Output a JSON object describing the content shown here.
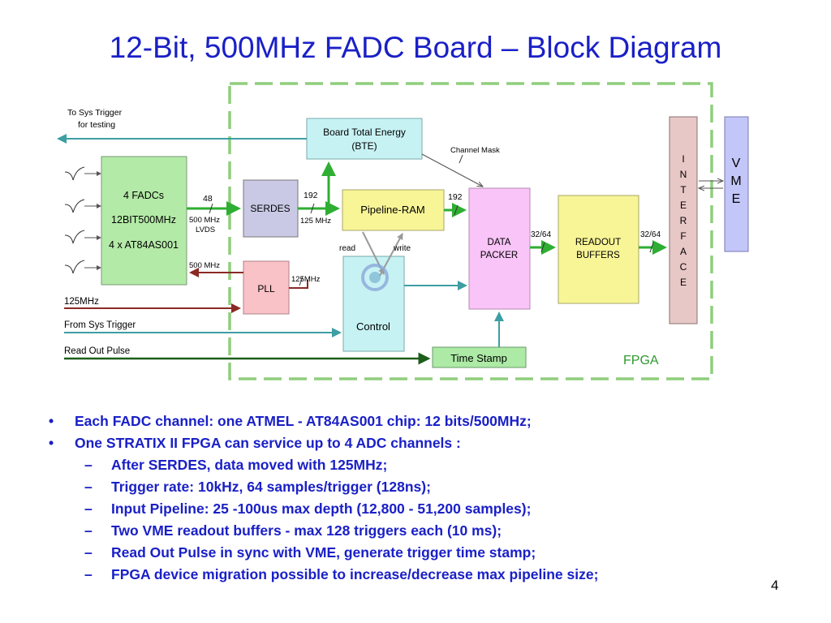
{
  "title": "12-Bit, 500MHz FADC Board – Block Diagram",
  "page_number": "4",
  "diagram": {
    "blocks": {
      "fadcs": [
        "4 FADCs",
        "12BIT500MHz",
        "4 x AT84AS001"
      ],
      "serdes": "SERDES",
      "pll": "PLL",
      "bte": [
        "Board Total Energy",
        "(BTE)"
      ],
      "pipeline_ram": "Pipeline-RAM",
      "control": "Control",
      "data_packer": [
        "DATA",
        "PACKER"
      ],
      "readout_buffers": [
        "READOUT",
        "BUFFERS"
      ],
      "interface": [
        "I",
        "N",
        "T",
        "E",
        "R",
        "F",
        "A",
        "C",
        "E"
      ],
      "vme": [
        "V",
        "M",
        "E"
      ],
      "time_stamp": "Time Stamp",
      "fpga": "FPGA"
    },
    "labels": {
      "to_sys_trigger": [
        "To Sys Trigger",
        "for testing"
      ],
      "bus_48": "48",
      "lvds": [
        "500 MHz",
        "LVDS"
      ],
      "clk_500": "500 MHz",
      "bus_192_a": "192",
      "clk_125_a": "125 MHz",
      "bus_192_b": "192",
      "pll_125": "125MHz",
      "channel_mask": "Channel Mask",
      "read": "read",
      "write": "write",
      "bus_3264_a": "32/64",
      "bus_3264_b": "32/64",
      "clk_125_in": "125MHz",
      "from_sys_trigger": "From Sys Trigger",
      "read_out_pulse": "Read Out Pulse"
    }
  },
  "bullets": [
    {
      "level": 1,
      "text": "Each FADC channel: one ATMEL - AT84AS001 chip: 12 bits/500MHz;"
    },
    {
      "level": 1,
      "text": "One STRATIX II FPGA can service up to 4 ADC channels :"
    },
    {
      "level": 2,
      "text": "After SERDES, data moved with 125MHz;"
    },
    {
      "level": 2,
      "text": "Trigger rate: 10kHz, 64 samples/trigger (128ns);"
    },
    {
      "level": 2,
      "text": "Input Pipeline: 25 -100us max depth (12,800 - 51,200 samples);"
    },
    {
      "level": 2,
      "text": "Two VME readout buffers - max 128 triggers each (10 ms);"
    },
    {
      "level": 2,
      "text": "Read Out Pulse in sync with VME, generate trigger time stamp;"
    },
    {
      "level": 2,
      "text": "FPGA device migration possible to increase/decrease max pipeline size;"
    }
  ],
  "colors": {
    "title": "#1a20c6",
    "fpga_border": "#8fce7c",
    "fadcs_fill": "#b4eaa7",
    "serdes_fill": "#c9c9e6",
    "pll_fill": "#f9c2c7",
    "bte_fill": "#c7f2f4",
    "pipeline_fill": "#f8f596",
    "control_fill": "#c7f2f4",
    "packer_fill": "#f9c4f8",
    "readout_fill": "#f8f596",
    "interface_fill": "#e8c7c7",
    "vme_fill": "#c3c6f8",
    "timestamp_fill": "#aceaa5",
    "arrow_green": "#2eae32",
    "arrow_teal": "#3d9ea3",
    "arrow_darkred": "#8a2a24",
    "arrow_darkgreen": "#1d5e1b"
  }
}
